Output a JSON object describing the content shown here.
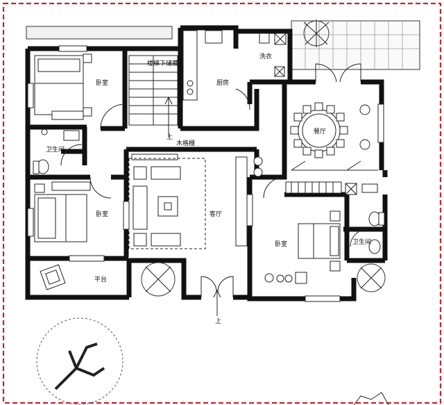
{
  "colors": {
    "border": "#c0272d",
    "wall": "#111111",
    "paper": "#ffffff",
    "hatch": "#9a9a9a"
  },
  "rooms": {
    "bedroom_nw": "卧室",
    "bedroom_sw": "卧室",
    "bedroom_se": "卧室",
    "bathroom_w": "卫生间",
    "bathroom_e": "卫生间",
    "kitchen": "厨房",
    "laundry": "洗衣",
    "dining": "餐厅",
    "living": "客厅",
    "terrace": "平台"
  },
  "annotations": {
    "stair_note": "楼梯下储藏",
    "cabinet_note": "木格栅",
    "up_marker": "上"
  }
}
